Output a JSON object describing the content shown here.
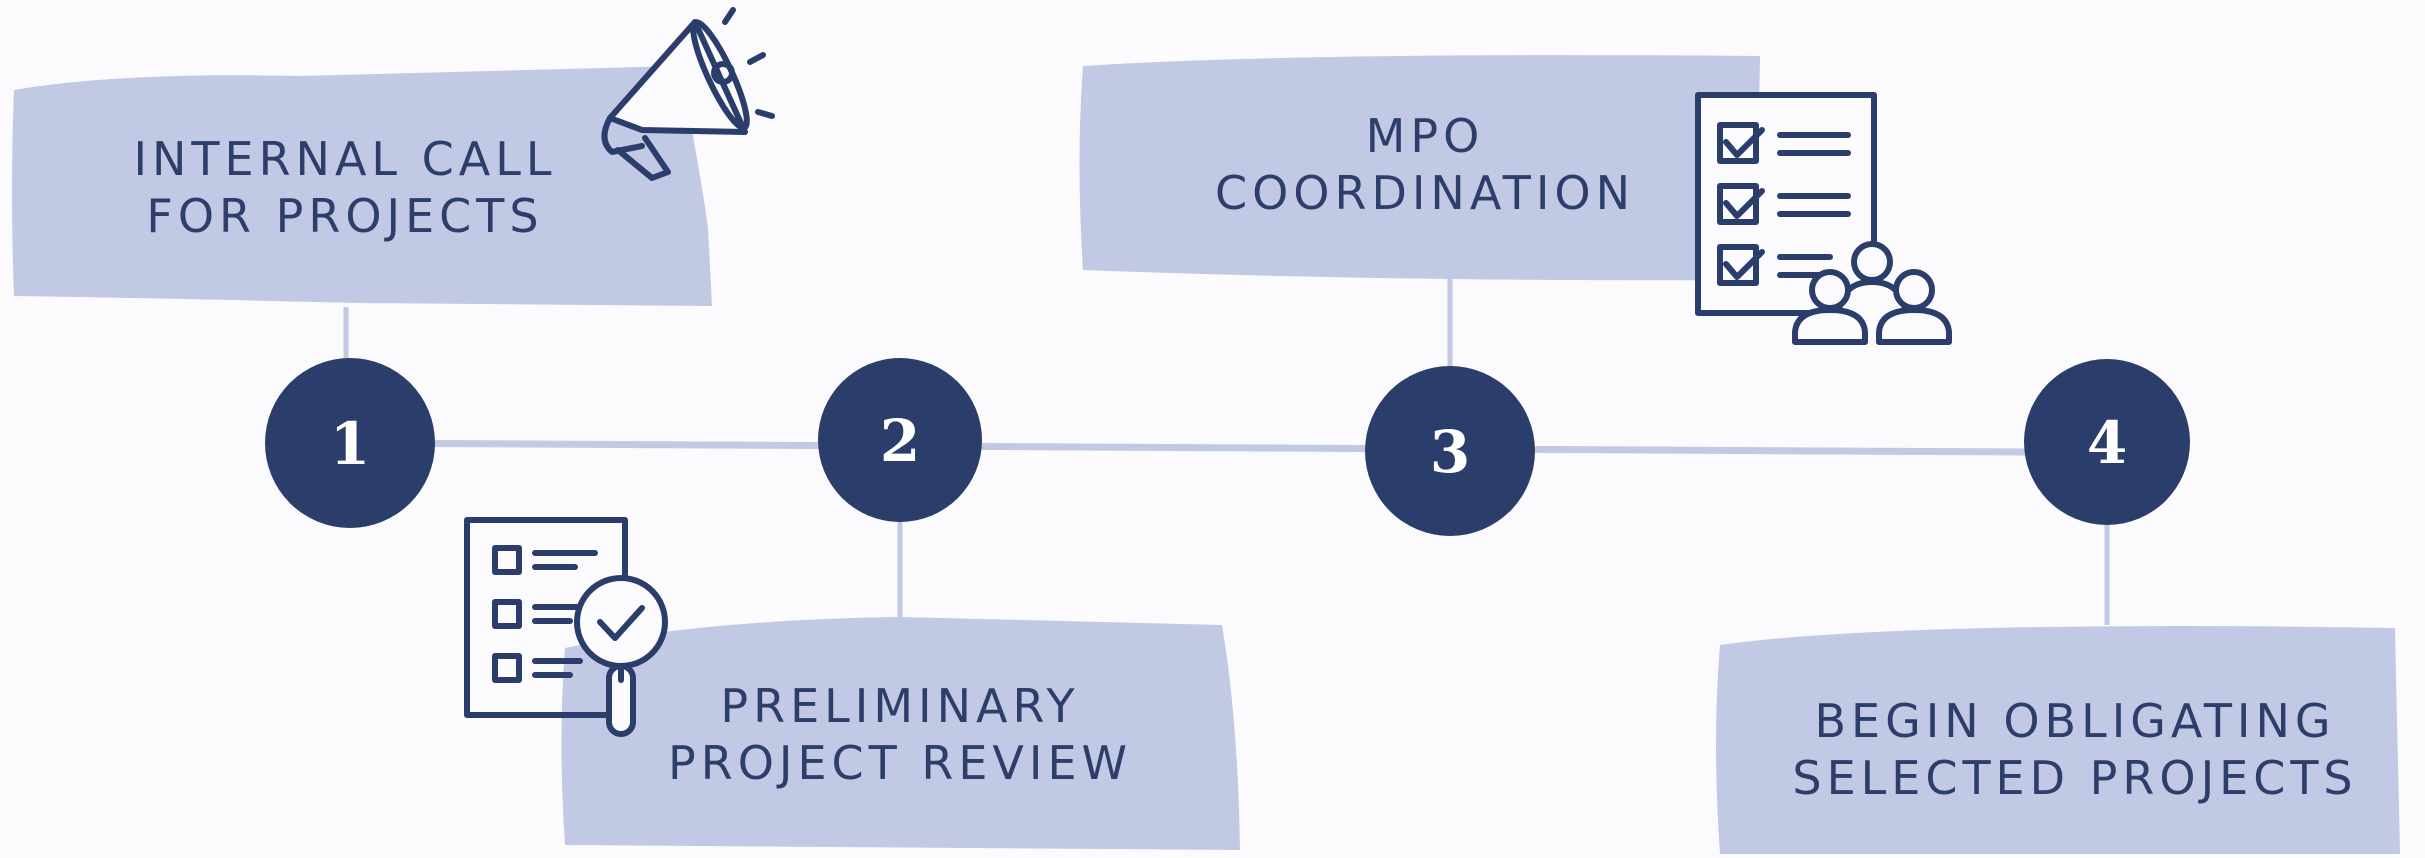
{
  "colors": {
    "background": "#fbfbfd",
    "box_fill": "#c2c9e4",
    "connector": "#c2c9e4",
    "circle_fill": "#2b3d6b",
    "number_text": "#ffffff",
    "label_text": "#2d3e6b",
    "icon_stroke": "#2b3d6b"
  },
  "steps": [
    {
      "number": "1",
      "line1": "INTERNAL CALL",
      "line2": "FOR PROJECTS",
      "icon": "megaphone-icon"
    },
    {
      "number": "2",
      "line1": "PRELIMINARY",
      "line2": "PROJECT REVIEW",
      "icon": "checklist-magnifier-icon"
    },
    {
      "number": "3",
      "line1": "MPO",
      "line2": "COORDINATION",
      "icon": "checklist-group-icon"
    },
    {
      "number": "4",
      "line1": "BEGIN OBLIGATING",
      "line2": "SELECTED PROJECTS",
      "icon": ""
    }
  ]
}
